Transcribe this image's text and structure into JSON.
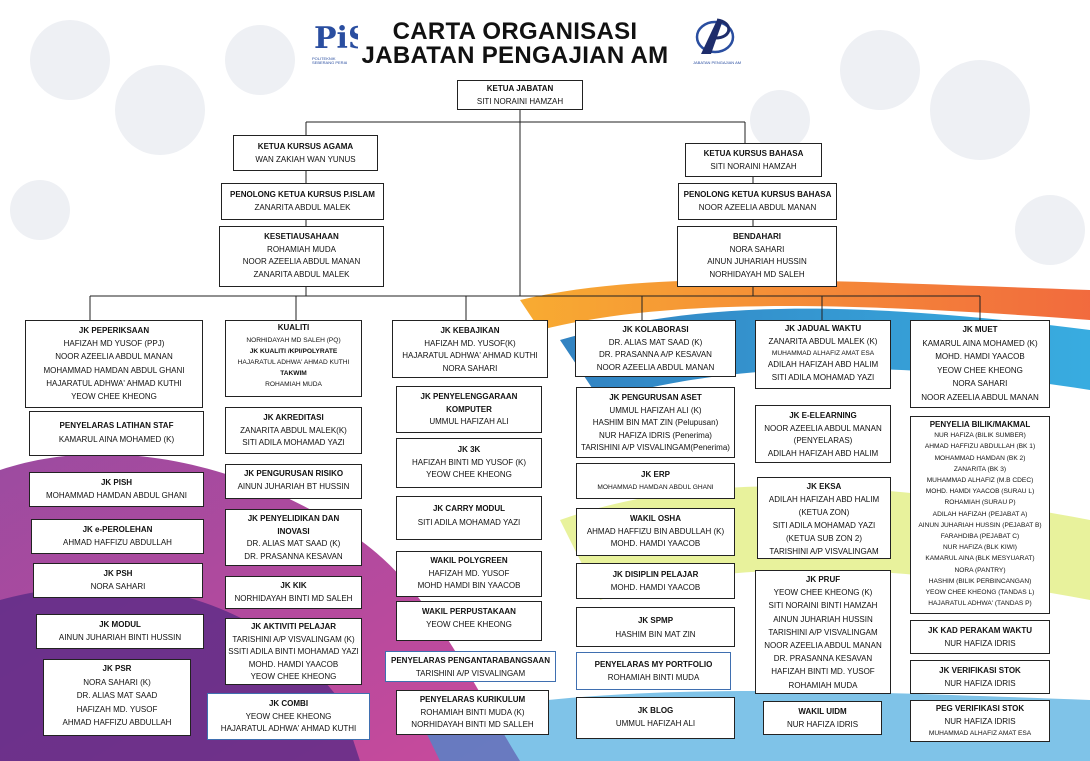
{
  "title": {
    "line1": "CARTA ORGANISASI",
    "line2": "JABATAN PENGAJIAN AM"
  },
  "logos": {
    "left": {
      "letters": "PiS",
      "caption1": "POLITEKNIK",
      "caption2": "SEBERANG PERAI"
    },
    "right": {
      "caption": "JABATAN PENGAJIAN AM"
    }
  },
  "colors": {
    "accent_blue": "#3f6fb0",
    "line": "#222222"
  },
  "ketua_jabatan": {
    "title": "KETUA JABATAN",
    "names": [
      "SITI NORAINI HAMZAH"
    ]
  },
  "agama": {
    "ketua": {
      "title": "KETUA KURSUS AGAMA",
      "names": [
        "WAN ZAKIAH WAN YUNUS"
      ]
    },
    "penolong": {
      "title": "PENOLONG KETUA KURSUS P.ISLAM",
      "names": [
        "ZANARITA ABDUL MALEK"
      ]
    },
    "kesetiausahaan": {
      "title": "KESETIAUSAHAAN",
      "names": [
        "ROHAMIAH MUDA",
        "NOOR AZEELIA ABDUL MANAN",
        "ZANARITA ABDUL MALEK"
      ]
    }
  },
  "bahasa": {
    "ketua": {
      "title": "KETUA KURSUS BAHASA",
      "names": [
        "SITI NORAINI HAMZAH"
      ]
    },
    "penolong": {
      "title": "PENOLONG KETUA KURSUS BAHASA",
      "names": [
        "NOOR AZEELIA ABDUL MANAN"
      ]
    },
    "bendahari": {
      "title": "BENDAHARI",
      "names": [
        "NORA SAHARI",
        "AINUN JUHARIAH HUSSIN",
        "NORHIDAYAH MD SALEH"
      ]
    }
  },
  "col1": [
    {
      "title": "JK PEPERIKSAAN",
      "names": [
        "HAFIZAH MD YUSOF (PPJ)",
        "NOOR AZEELIA ABDUL MANAN",
        "MOHAMMAD HAMDAN ABDUL GHANI",
        "HAJARATUL ADHWA' AHMAD KUTHI",
        "YEOW CHEE KHEONG"
      ]
    },
    {
      "title": "PENYELARAS LATIHAN STAF",
      "names": [
        "KAMARUL AINA MOHAMED (K)"
      ]
    },
    {
      "title": "JK PISH",
      "names": [
        "MOHAMMAD HAMDAN ABDUL GHANI"
      ]
    },
    {
      "title": "JK e-PEROLEHAN",
      "names": [
        "AHMAD HAFFIZU ABDULLAH"
      ]
    },
    {
      "title": "JK PSH",
      "names": [
        "NORA SAHARI"
      ]
    },
    {
      "title": "JK MODUL",
      "names": [
        "AINUN JUHARIAH BINTI HUSSIN"
      ]
    },
    {
      "title": "JK PSR",
      "names": [
        "NORA SAHARI (K)",
        "DR. ALIAS MAT SAAD",
        "HAFIZAH MD. YUSOF",
        "AHMAD HAFFIZU ABDULLAH"
      ]
    }
  ],
  "col2": [
    {
      "title": "KUALITI",
      "names": [
        "NORHIDAYAH MD SALEH (PQ)",
        "JK KUALITI /KPI/POLYRATE",
        "HAJARATUL ADHWA' AHMAD KUTHI",
        "TAKWIM",
        "ROHAMIAH MUDA"
      ]
    },
    {
      "title": "JK AKREDITASI",
      "names": [
        "ZANARITA ABDUL MALEK(K)",
        "SITI ADILA MOHAMAD YAZI"
      ]
    },
    {
      "title": "JK PENGURUSAN RISIKO",
      "names": [
        "AINUN JUHARIAH BT HUSSIN"
      ]
    },
    {
      "title": "JK PENYELIDIKAN DAN",
      "title2": "INOVASI",
      "names": [
        "DR. ALIAS MAT SAAD (K)",
        "DR. PRASANNA KESAVAN"
      ]
    },
    {
      "title": "JK KIK",
      "names": [
        "NORHIDAYAH BINTI MD SALEH"
      ]
    },
    {
      "title": "JK AKTIVITI PELAJAR",
      "names": [
        "TARISHINI A/P VISVALINGAM (K)",
        "SSITI ADILA BINTI MOHAMAD YAZI",
        "MOHD. HAMDI YAACOB",
        "YEOW CHEE KHEONG"
      ]
    },
    {
      "title": "JK COMBI",
      "names": [
        "YEOW CHEE KHEONG",
        "HAJARATUL ADHWA' AHMAD KUTHI"
      ]
    }
  ],
  "col3": [
    {
      "title": "JK KEBAJIKAN",
      "names": [
        "HAFIZAH MD. YUSOF(K)",
        "HAJARATUL ADHWA' AHMAD KUTHI",
        "NORA SAHARI"
      ]
    },
    {
      "title": "JK PENYELENGGARAAN",
      "title2": "KOMPUTER",
      "names": [
        "UMMUL HAFIZAH ALI"
      ]
    },
    {
      "title": "JK 3K",
      "names": [
        "HAFIZAH BINTI MD YUSOF (K)",
        "YEOW CHEE KHEONG"
      ]
    },
    {
      "title": "JK CARRY MODUL",
      "names": [
        "SITI ADILA MOHAMAD YAZI"
      ]
    },
    {
      "title": "WAKIL POLYGREEN",
      "names": [
        "HAFIZAH MD. YUSOF",
        "MOHD HAMDI BIN YAACOB"
      ]
    },
    {
      "title": "WAKIL PERPUSTAKAAN",
      "names": [
        "YEOW CHEE KHEONG"
      ]
    },
    {
      "title": "PENYELARAS PENGANTARABANGSAAN",
      "names": [
        "TARISHINI A/P VISVALINGAM"
      ]
    },
    {
      "title": "PENYELARAS KURIKULUM",
      "names": [
        "ROHAMIAH BINTI MUDA (K)",
        "NORHIDAYAH BINTI MD SALLEH"
      ]
    }
  ],
  "col4": [
    {
      "title": "JK KOLABORASI",
      "names": [
        "DR. ALIAS MAT SAAD (K)",
        "DR. PRASANNA A/P KESAVAN",
        "NOOR AZEELIA ABDUL MANAN"
      ]
    },
    {
      "title": "JK PENGURUSAN ASET",
      "names": [
        "UMMUL HAFIZAH ALI (K)",
        "HASHIM BIN MAT ZIN (Pelupusan)",
        "NUR HAFIZA IDRIS (Penerima)",
        "TARISHINI A/P VISVALINGAM(Penerima)"
      ]
    },
    {
      "title": "JK ERP",
      "names": [
        "MOHAMMAD HAMDAN ABDUL GHANI"
      ]
    },
    {
      "title": "WAKIL OSHA",
      "names": [
        "AHMAD HAFFIZU BIN ABDULLAH (K)",
        "MOHD. HAMDI YAACOB"
      ]
    },
    {
      "title": "JK DISIPLIN PELAJAR",
      "names": [
        "MOHD. HAMDI YAACOB"
      ]
    },
    {
      "title": "JK SPMP",
      "names": [
        "HASHIM BIN MAT ZIN"
      ]
    },
    {
      "title": "PENYELARAS MY PORTFOLIO",
      "names": [
        "ROHAMIAH BINTI MUDA"
      ]
    },
    {
      "title": "JK BLOG",
      "names": [
        "UMMUL HAFIZAH ALI"
      ]
    }
  ],
  "col5": [
    {
      "title": "JK JADUAL WAKTU",
      "names": [
        "ZANARITA ABDUL MALEK (K)",
        "MUHAMMAD ALHAFIZ AMAT ESA",
        "ADILAH HAFIZAH ABD HALIM",
        "SITI ADILA MOHAMAD YAZI"
      ]
    },
    {
      "title": "JK E-ELEARNING",
      "names": [
        "NOOR AZEELIA ABDUL MANAN",
        "(PENYELARAS)",
        "ADILAH HAFIZAH ABD HALIM"
      ]
    },
    {
      "title": "JK EKSA",
      "names": [
        "ADILAH HAFIZAH ABD HALIM",
        "(KETUA ZON)",
        "SITI ADILA MOHAMAD YAZI",
        "(KETUA SUB ZON 2)",
        "TARISHINI A/P VISVALINGAM"
      ]
    },
    {
      "title": "JK PRUF",
      "names": [
        "YEOW CHEE KHEONG (K)",
        "SITI NORAINI BINTI HAMZAH",
        "AINUN JUHARIAH HUSSIN",
        "TARISHINI A/P VISVALINGAM",
        "NOOR AZEELIA ABDUL MANAN",
        "DR. PRASANNA KESAVAN",
        "HAFIZAH BINTI MD. YUSOF",
        "ROHAMIAH MUDA"
      ]
    },
    {
      "title": "WAKIL UIDM",
      "names": [
        "NUR HAFIZA IDRIS"
      ]
    }
  ],
  "col6": [
    {
      "title": "JK MUET",
      "names": [
        "KAMARUL AINA MOHAMED (K)",
        "MOHD. HAMDI YAACOB",
        "YEOW CHEE KHEONG",
        "NORA SAHARI",
        "NOOR AZEELIA ABDUL MANAN"
      ]
    },
    {
      "title": "PENYELIA BILIK/MAKMAL",
      "names": [
        "NUR HAFIZA (BILIK SUMBER)",
        "AHMAD HAFFIZU ABDULLAH (BK 1)",
        "MOHAMMAD HAMDAN (BK 2)",
        "ZANARITA (BK 3)",
        "MUHAMMAD ALHAFIZ (M.B CDEC)",
        "MOHD. HAMDI YAACOB (SURAU L)",
        "ROHAMIAH (SURAU P)",
        "ADILAH HAFIZAH (PEJABAT A)",
        "AINUN JUHARIAH HUSSIN (PEJABAT B)",
        "FARAHDIBA (PEJABAT C)",
        "NUR HAFIZA (BLK KIWI)",
        "KAMARUL AINA (BLK MESYUARAT)",
        "NORA (PANTRY)",
        "HASHIM (BILIK PERBINCANGAN)",
        "YEOW CHEE KHEONG (TANDAS L)",
        "HAJARATUL ADHWA' (TANDAS P)"
      ]
    },
    {
      "title": "JK KAD PERAKAM WAKTU",
      "names": [
        "NUR HAFIZA IDRIS"
      ]
    },
    {
      "title": "JK VERIFIKASI STOK",
      "names": [
        "NUR HAFIZA IDRIS"
      ]
    },
    {
      "title": "PEG VERIFIKASI STOK",
      "names": [
        "NUR HAFIZA IDRIS",
        "MUHAMMAD ALHAFIZ AMAT ESA"
      ]
    }
  ]
}
